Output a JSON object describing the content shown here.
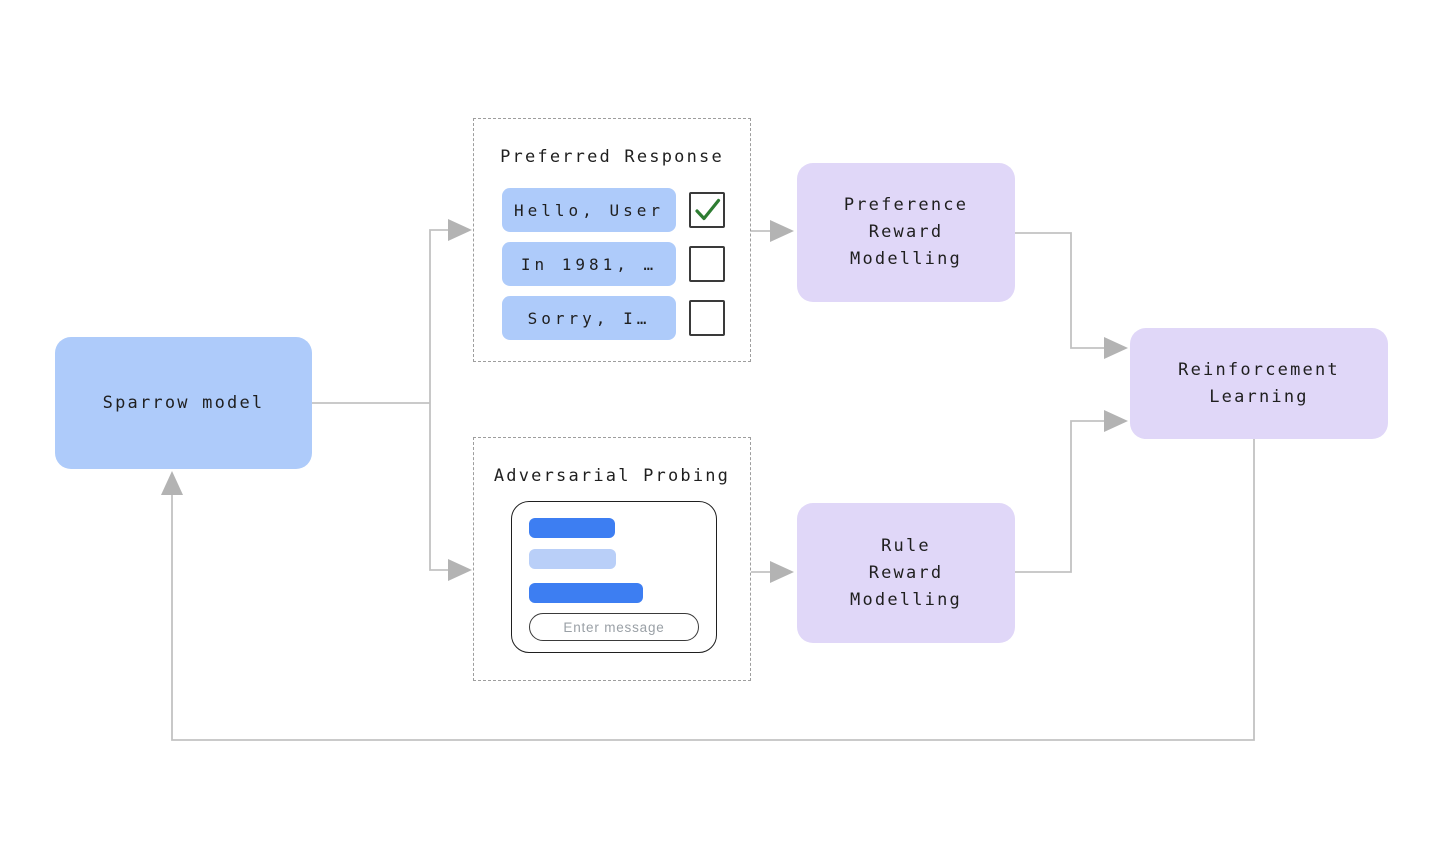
{
  "boxes": {
    "sparrow": {
      "label": "Sparrow model"
    },
    "preference_reward": {
      "lines": [
        "Preference",
        "Reward",
        "Modelling"
      ]
    },
    "rule_reward": {
      "lines": [
        "Rule",
        "Reward",
        "Modelling"
      ]
    },
    "reinforcement_learning": {
      "lines": [
        "Reinforcement",
        "Learning"
      ]
    }
  },
  "panels": {
    "preferred_response": {
      "title": "Preferred Response",
      "options": [
        {
          "label": "Hello, User",
          "checked": true
        },
        {
          "label": "In 1981, …",
          "checked": false
        },
        {
          "label": "Sorry, I…",
          "checked": false
        }
      ]
    },
    "adversarial_probing": {
      "title": "Adversarial Probing",
      "input_label": "Enter message",
      "bubbles": [
        {
          "tone": "blue",
          "width": 86
        },
        {
          "tone": "light",
          "width": 87
        },
        {
          "tone": "blue",
          "width": 114
        }
      ]
    }
  },
  "colors": {
    "blue_box": "#aecbfa",
    "purple_box": "#e0d7f8",
    "bubble_blue": "#3d7ef2",
    "bubble_light_blue": "#b9cff8",
    "connector_line": "#c2c2c2",
    "arrowhead": "#b3b3b3",
    "check_green": "#2e7d32",
    "text": "#1f1f1f"
  }
}
